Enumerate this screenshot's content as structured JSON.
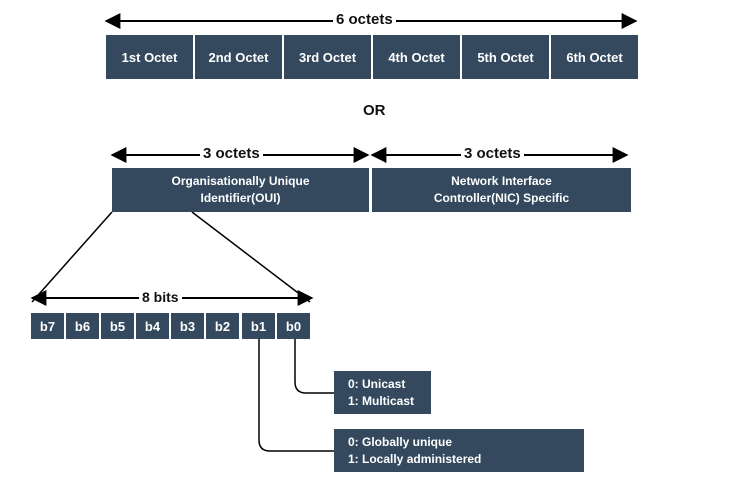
{
  "top": {
    "span_label": "6 octets",
    "octets": [
      "1st Octet",
      "2nd Octet",
      "3rd Octet",
      "4th Octet",
      "5th Octet",
      "6th Octet"
    ]
  },
  "separator": "OR",
  "middle": {
    "oui_span_label": "3 octets",
    "nic_span_label": "3 octets",
    "oui_line1": "Organisationally Unique",
    "oui_line2": "Identifier(OUI)",
    "nic_line1": "Network Interface",
    "nic_line2": "Controller(NIC) Specific"
  },
  "bits": {
    "span_label": "8 bits",
    "labels": [
      "b7",
      "b6",
      "b5",
      "b4",
      "b3",
      "b2",
      "b1",
      "b0"
    ]
  },
  "b0_meaning": {
    "line1": "0: Unicast",
    "line2": "1: Multicast"
  },
  "b1_meaning": {
    "line1": "0: Globally unique",
    "line2": "1: Locally administered"
  },
  "colors": {
    "box_fill": "#34495e",
    "line": "#000000"
  }
}
